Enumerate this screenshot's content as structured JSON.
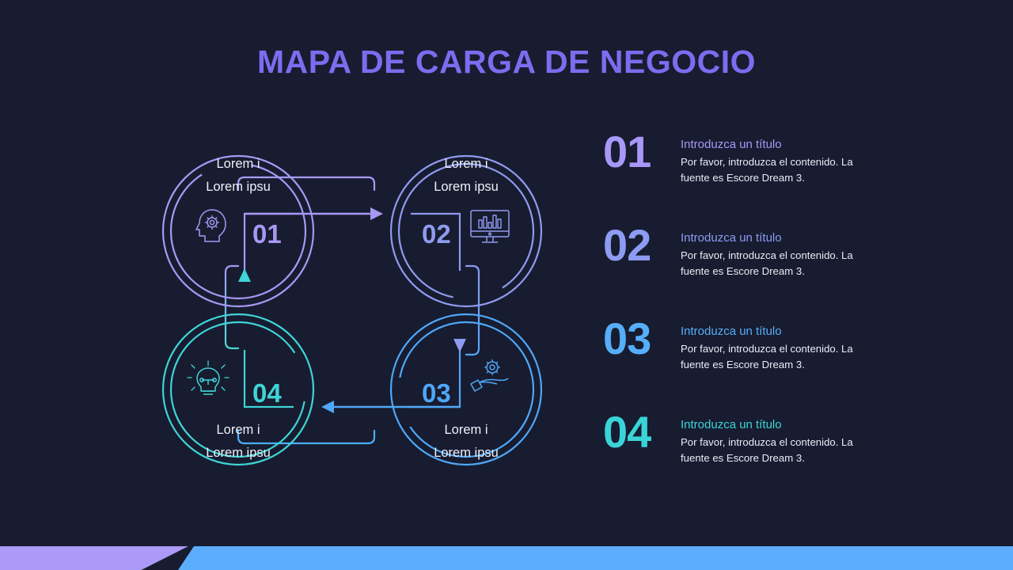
{
  "page": {
    "title": "MAPA DE CARGA DE NEGOCIO",
    "background_color": "#181c30",
    "title_color": "#7b6df0"
  },
  "diagram": {
    "type": "cycle",
    "nodes": [
      {
        "number": "01",
        "line1": "Lorem i",
        "line2": "Lorem ipsu",
        "icon": "head-gear-icon",
        "color": "#a798f5",
        "position": "top-left"
      },
      {
        "number": "02",
        "line1": "Lorem i",
        "line2": "Lorem ipsu",
        "icon": "monitor-chart-icon",
        "color": "#8f9bf0",
        "position": "top-right"
      },
      {
        "number": "03",
        "line1": "Lorem i",
        "line2": "Lorem ipsu",
        "icon": "hand-gear-icon",
        "color": "#4fa7f7",
        "position": "bottom-right"
      },
      {
        "number": "04",
        "line1": "Lorem i",
        "line2": "Lorem ipsu",
        "icon": "lightbulb-icon",
        "color": "#3fd4d6",
        "position": "bottom-left"
      }
    ],
    "arrows": [
      {
        "from": "01",
        "to": "02",
        "direction": "right",
        "color": "#a798f5"
      },
      {
        "from": "02",
        "to": "03",
        "direction": "down",
        "color": "#8f9bf0"
      },
      {
        "from": "03",
        "to": "04",
        "direction": "left",
        "color": "#4fa7f7"
      },
      {
        "from": "04",
        "to": "01",
        "direction": "up",
        "color": "#3fd4d6"
      }
    ]
  },
  "list": {
    "items": [
      {
        "number": "01",
        "heading": "Introduzca un título",
        "text": "Por favor, introduzca el contenido. La fuente es Escore Dream 3.",
        "color": "#a898f7"
      },
      {
        "number": "02",
        "heading": "Introduzca un título",
        "text": "Por favor, introduzca el contenido. La fuente es Escore Dream 3.",
        "color": "#8e9bf2"
      },
      {
        "number": "03",
        "heading": "Introduzca un título",
        "text": "Por favor, introduzca el contenido. La fuente es Escore Dream 3.",
        "color": "#55aef9"
      },
      {
        "number": "04",
        "heading": "Introduzca un título",
        "text": "Por favor, introduzca el contenido. La fuente es Escore Dream 3.",
        "color": "#3ad4d8"
      }
    ]
  },
  "footer": {
    "left_color": "#ab9af7",
    "right_color": "#5cadfb"
  }
}
